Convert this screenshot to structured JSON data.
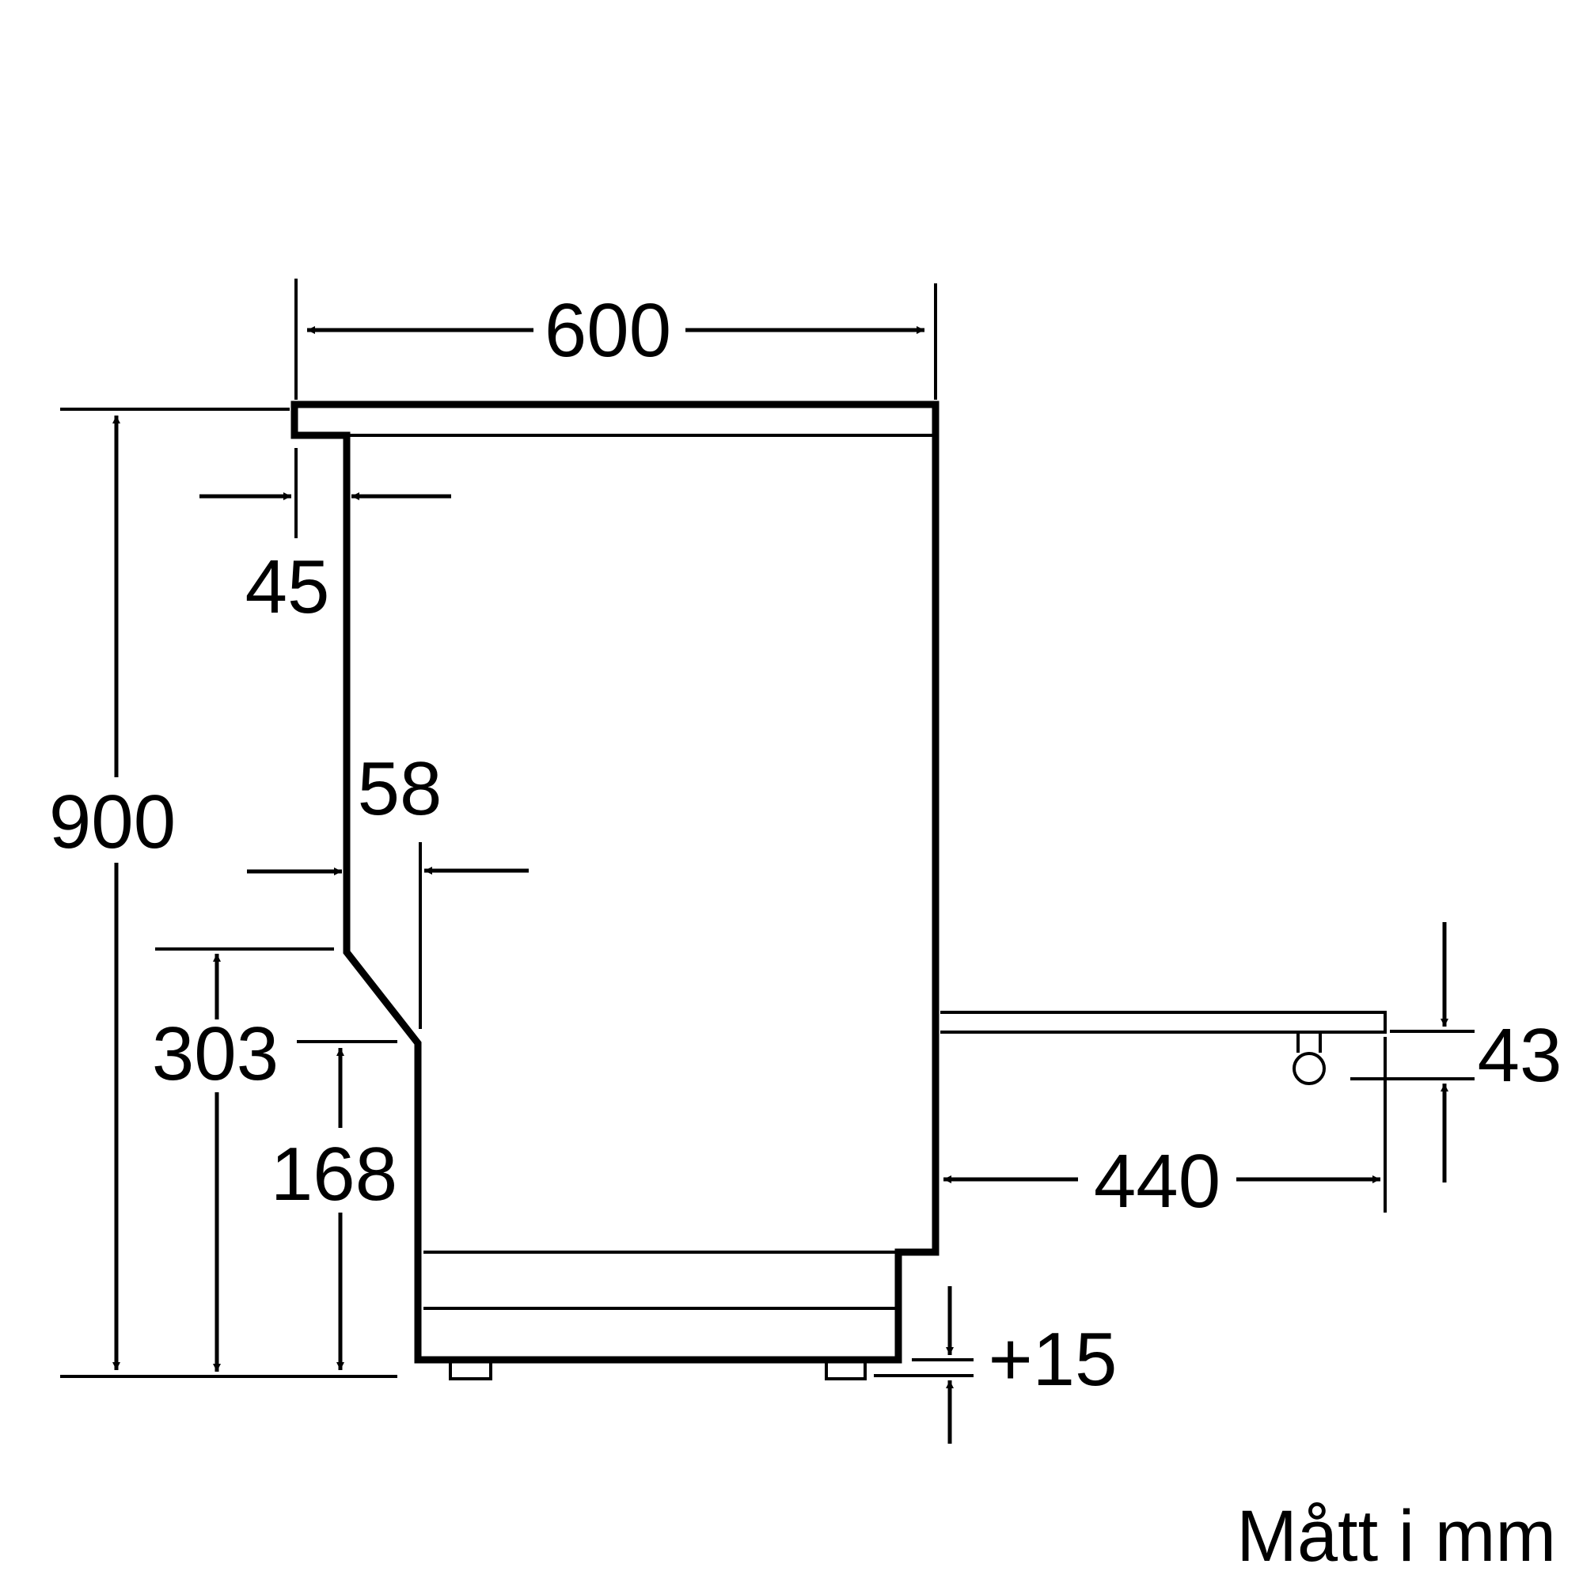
{
  "dimensions": {
    "width": "600",
    "height": "900",
    "top_offset": "45",
    "step": "58",
    "slope_height": "303",
    "lower_height": "168",
    "pullout_depth": "440",
    "pullout_thickness": "43",
    "feet_adjust": "+15"
  },
  "units_label": "Mått i mm",
  "colors": {
    "line": "#000000",
    "background": "#ffffff"
  }
}
